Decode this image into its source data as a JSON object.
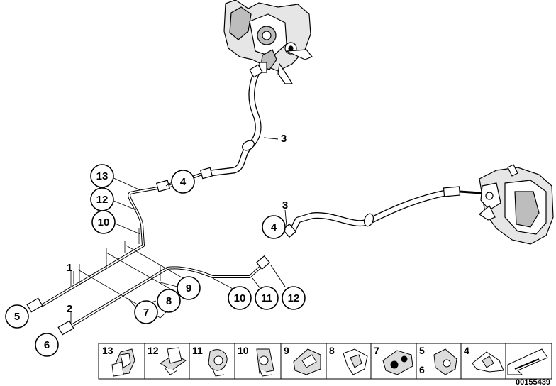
{
  "callouts": [
    {
      "id": "c13",
      "label": "13",
      "circled": true
    },
    {
      "id": "c12a",
      "label": "12",
      "circled": true
    },
    {
      "id": "c10a",
      "label": "10",
      "circled": true
    },
    {
      "id": "c4a",
      "label": "4",
      "circled": true
    },
    {
      "id": "c3a",
      "label": "3",
      "circled": false
    },
    {
      "id": "c3b",
      "label": "3",
      "circled": false
    },
    {
      "id": "c4b",
      "label": "4",
      "circled": true
    },
    {
      "id": "c1",
      "label": "1",
      "circled": false
    },
    {
      "id": "c2",
      "label": "2",
      "circled": false
    },
    {
      "id": "c5",
      "label": "5",
      "circled": true
    },
    {
      "id": "c6",
      "label": "6",
      "circled": true
    },
    {
      "id": "c7",
      "label": "7",
      "circled": true
    },
    {
      "id": "c8",
      "label": "8",
      "circled": true
    },
    {
      "id": "c9",
      "label": "9",
      "circled": true
    },
    {
      "id": "c10b",
      "label": "10",
      "circled": true
    },
    {
      "id": "c11",
      "label": "11",
      "circled": true
    },
    {
      "id": "c12b",
      "label": "12",
      "circled": true
    }
  ],
  "legend": [
    {
      "label": "13",
      "icon": "clip-icon"
    },
    {
      "label": "12",
      "icon": "bracket-icon"
    },
    {
      "label": "11",
      "icon": "hose-clip-icon"
    },
    {
      "label": "10",
      "icon": "clamp-icon"
    },
    {
      "label": "9",
      "icon": "holder-icon"
    },
    {
      "label": "8",
      "icon": "pipe-clip-icon"
    },
    {
      "label": "7",
      "icon": "double-clip-icon"
    },
    {
      "label": "5\n6",
      "icon": "union-nut-icon"
    },
    {
      "label": "4",
      "icon": "spring-clip-icon"
    },
    {
      "label": "",
      "icon": "arrow-icon"
    }
  ],
  "doc_number": "00155439",
  "colors": {
    "line": "#000000",
    "fill": "#ffffff",
    "shade": "#bdbdbd"
  }
}
